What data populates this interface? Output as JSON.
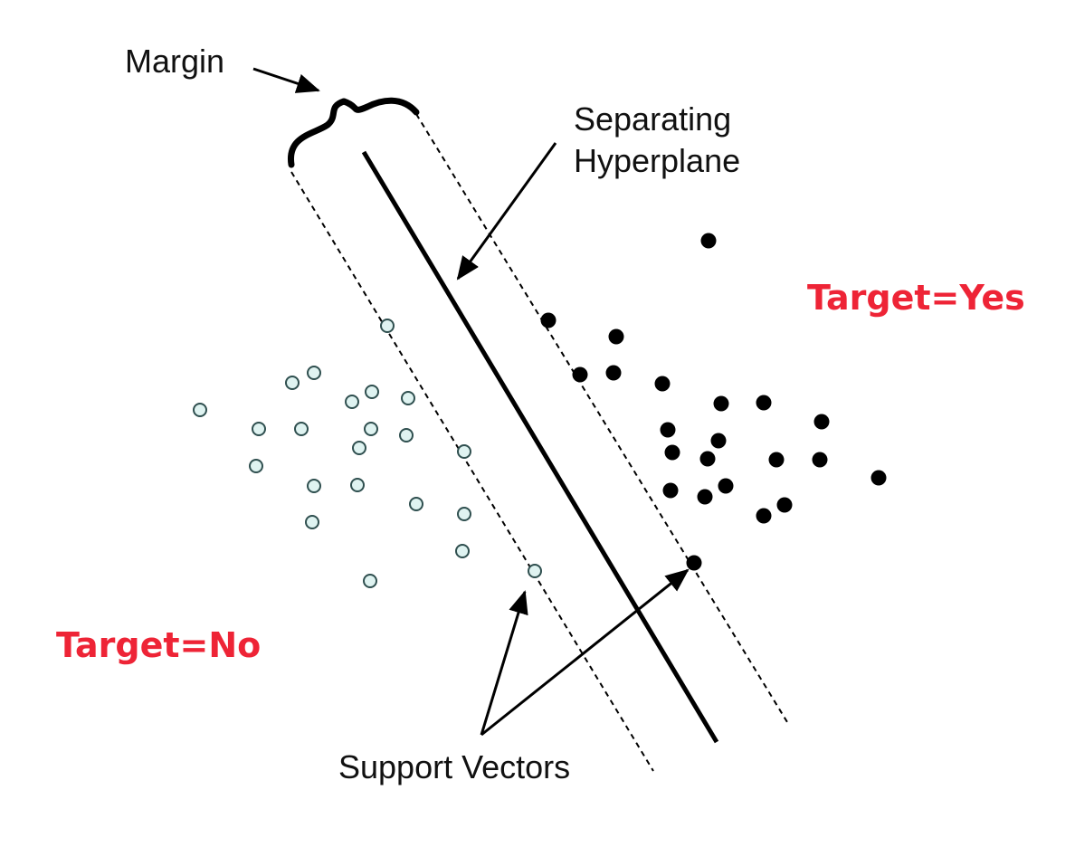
{
  "labels": {
    "margin": "Margin",
    "hyperplane_line1": "Separating",
    "hyperplane_line2": "Hyperplane",
    "support_vectors": "Support Vectors",
    "target_yes": "Target=Yes",
    "target_no": "Target=No"
  },
  "colors": {
    "target_label": "#ee2436",
    "open_point_fill": "#dff3f1",
    "open_point_stroke": "#2f4f4f",
    "filled_point": "#000000",
    "line": "#000000"
  }
}
